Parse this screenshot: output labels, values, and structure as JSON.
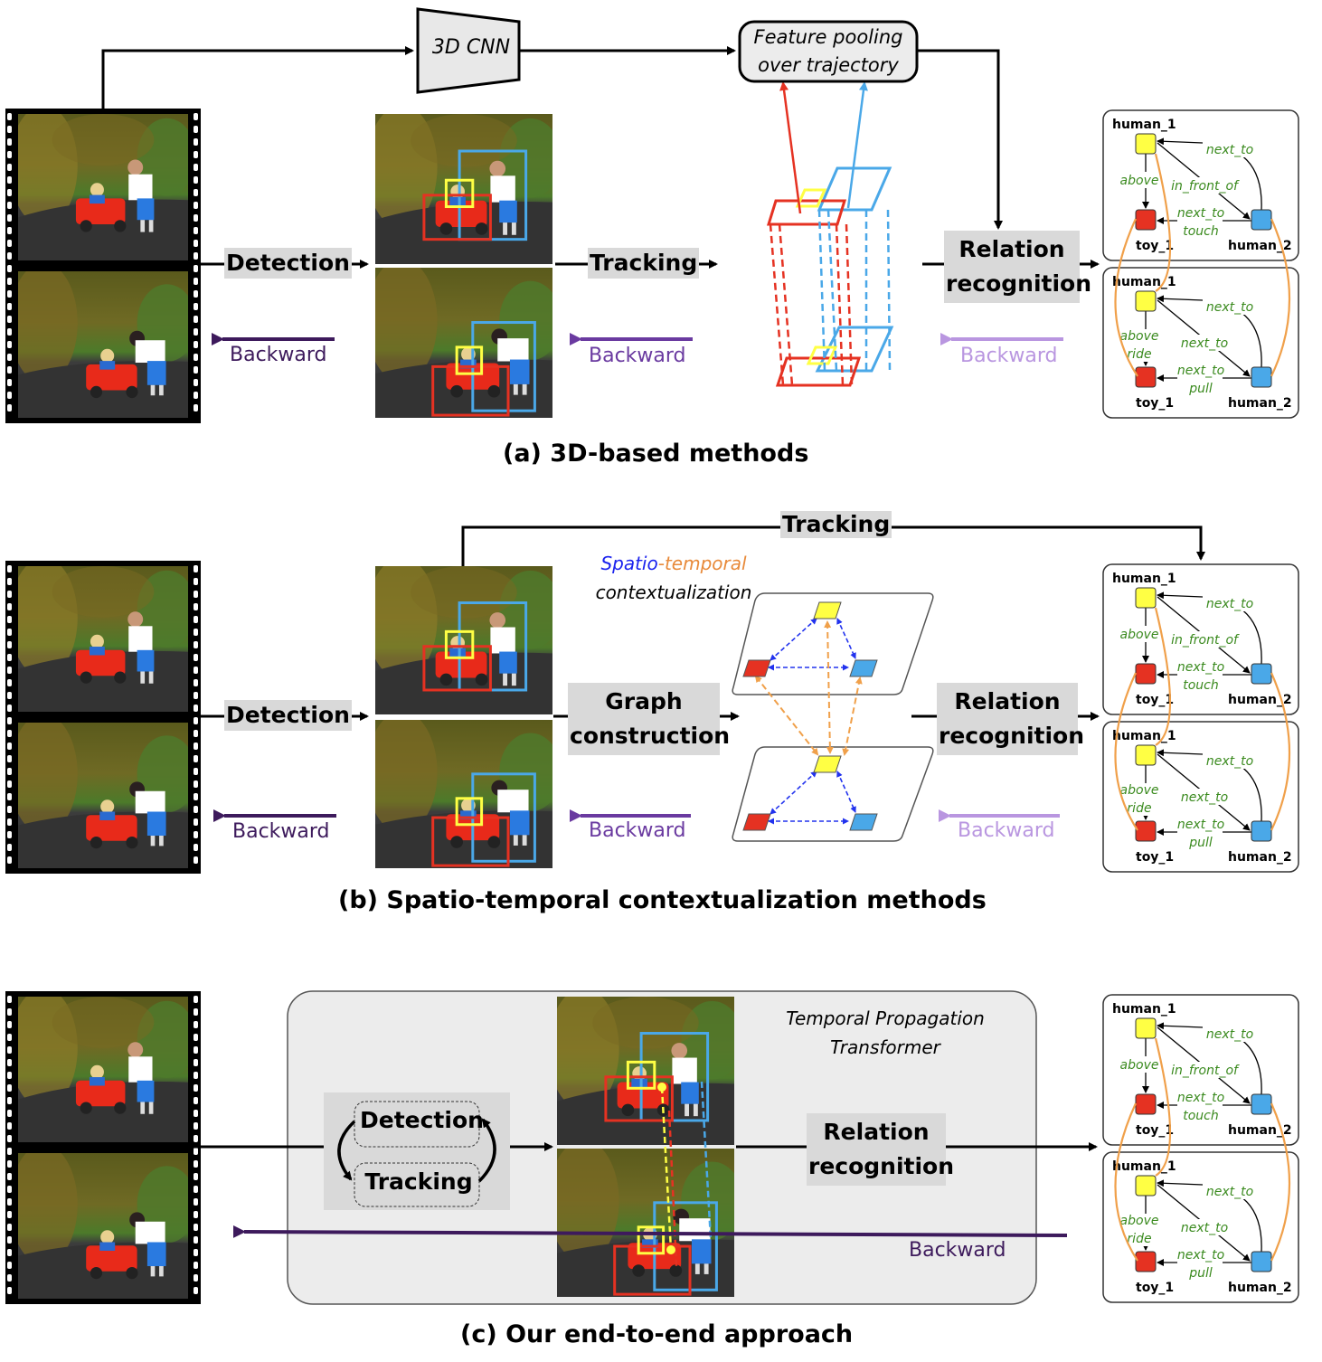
{
  "colors": {
    "human_1": "#ffff44",
    "toy_1": "#e53222",
    "human_2": "#4aa8e8",
    "edge_label": "#3a8a1e",
    "temporal_link": "#f0a04a",
    "spatial_link": "#2233ee",
    "backward_dark": "#3d1a5c",
    "backward_mid": "#6a3aa0",
    "backward_light": "#b996e0"
  },
  "panel_a": {
    "caption": "(a) 3D-based methods",
    "cnn_label": "3D CNN",
    "pooling_label_1": "Feature pooling",
    "pooling_label_2": "over trajectory",
    "detection_label": "Detection",
    "tracking_label": "Tracking",
    "relation_label_1": "Relation",
    "relation_label_2": "recognition",
    "backward_1": "Backward",
    "backward_2": "Backward",
    "backward_3": "Backward"
  },
  "panel_b": {
    "caption": "(b) Spatio-temporal contextualization methods",
    "tracking_label": "Tracking",
    "context_spatio": "Spatio",
    "context_dash": "-",
    "context_temporal": "temporal",
    "context_line2": "contextualization",
    "detection_label": "Detection",
    "graph_label_1": "Graph",
    "graph_label_2": "construction",
    "relation_label_1": "Relation",
    "relation_label_2": "recognition",
    "backward_1": "Backward",
    "backward_2": "Backward",
    "backward_3": "Backward"
  },
  "panel_c": {
    "caption": "(c) Our end-to-end approach",
    "tpt_label_1": "Temporal Propagation",
    "tpt_label_2": "Transformer",
    "detection_label": "Detection",
    "tracking_label": "Tracking",
    "relation_label_1": "Relation",
    "relation_label_2": "recognition",
    "backward": "Backward"
  },
  "scene_graphs": {
    "frame_1": {
      "nodes": [
        "human_1",
        "toy_1",
        "human_2"
      ],
      "edges": [
        {
          "from": "human_1",
          "to": "toy_1",
          "labels": [
            "above"
          ]
        },
        {
          "from": "human_2",
          "to": "human_1",
          "labels": [
            "next_to"
          ]
        },
        {
          "from": "human_1",
          "to": "human_2",
          "labels": [
            "in_front_of"
          ]
        },
        {
          "from": "human_2",
          "to": "toy_1",
          "labels": [
            "next_to",
            "touch"
          ]
        }
      ]
    },
    "frame_2": {
      "nodes": [
        "human_1",
        "toy_1",
        "human_2"
      ],
      "edges": [
        {
          "from": "human_1",
          "to": "toy_1",
          "labels": [
            "above",
            "ride"
          ]
        },
        {
          "from": "human_2",
          "to": "human_1",
          "labels": [
            "next_to"
          ]
        },
        {
          "from": "human_1",
          "to": "human_2",
          "labels": [
            "next_to"
          ]
        },
        {
          "from": "human_2",
          "to": "toy_1",
          "labels": [
            "next_to",
            "pull"
          ]
        }
      ]
    }
  }
}
